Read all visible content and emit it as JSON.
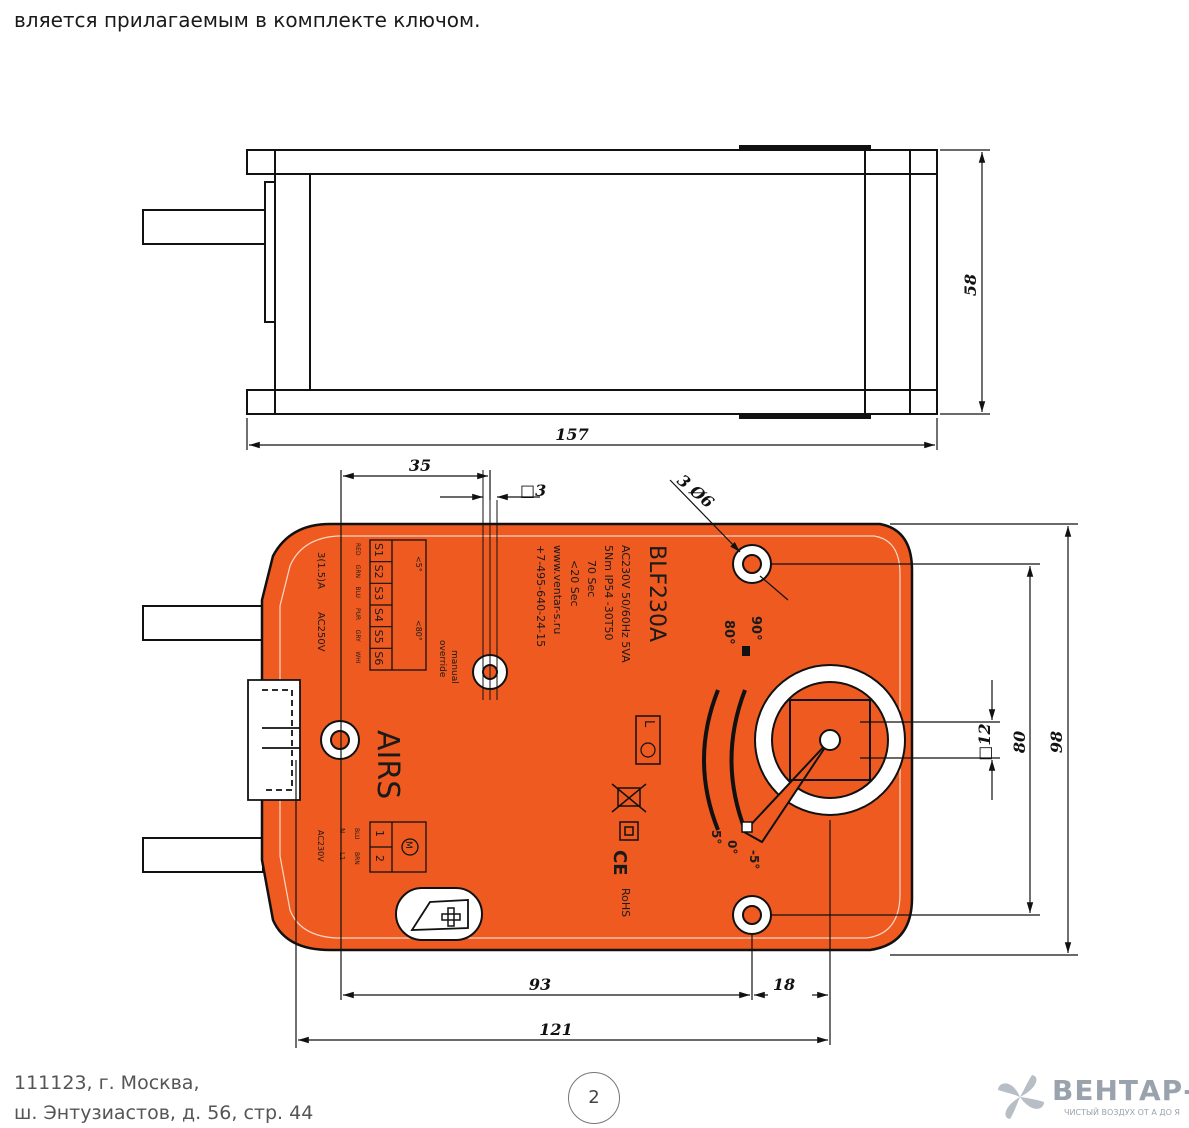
{
  "header_text": "вляется прилагаемым в комплекте ключом.",
  "dimensions": {
    "length": "157",
    "height": "58",
    "left_offset": "35",
    "square_small": "□3",
    "holes": "3 Ø6",
    "square_shaft": "□12",
    "hole_spacing": "80",
    "width": "98",
    "bottom_a": "93",
    "bottom_b": "18",
    "bottom_total": "121"
  },
  "label": {
    "model": "BLF230A",
    "spec1": "AC230V 50/60Hz 5VA",
    "spec2": "5Nm  IP54  -30T50",
    "spec3": "70 Sec",
    "spec4": "<20 Sec",
    "web": "www.ventar-s.ru",
    "phone": "+7-495-640-24-15",
    "brand": "AIRS",
    "manual": "manual",
    "override": "override",
    "switch_rating1": "3(1.5)A",
    "switch_rating2": "AC250V",
    "motor_voltage": "AC230V",
    "angle_90": "90°",
    "angle_80": "80°",
    "angle_5": "5°",
    "angle_0": "0°",
    "angle_m5": "-5°",
    "angle_top": "<80°",
    "angle_bottom": "<5°",
    "rohs": "RoHS",
    "ce": "CE",
    "L": "L",
    "terminals": [
      "S1",
      "S2",
      "S3",
      "S4",
      "S5",
      "S6"
    ],
    "wires": [
      "RED",
      "GRN",
      "BLU",
      "PUR",
      "GRY",
      "WHI"
    ],
    "motor_terminals": [
      "1",
      "2"
    ],
    "motor_wires": [
      "BLU",
      "BRN"
    ],
    "motor_symbol": "M",
    "motor_side_labels": [
      "N",
      "L1"
    ]
  },
  "footer": {
    "address_line1": "111123, г. Москва,",
    "address_line2": "ш. Энтузиастов, д. 56, стр. 44",
    "page_number": "2",
    "logo_name": "ВЕНТАР-С",
    "logo_tagline": "ЧИСТЫЙ ВОЗДУХ ОТ А ДО Я"
  },
  "colors": {
    "body_orange": "#ef5a20",
    "line": "#111111"
  }
}
